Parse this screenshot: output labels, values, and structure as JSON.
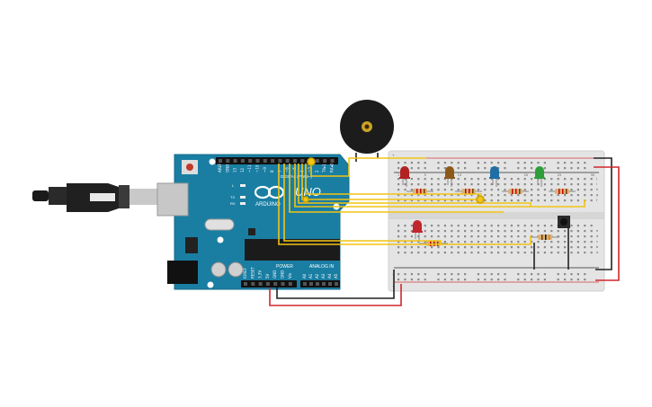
{
  "board": {
    "brand": "ARDUINO",
    "model": "UNO",
    "digital_header": "DIGITAL (PWM~)",
    "power_header": "POWER",
    "analog_header": "ANALOG IN",
    "led_labels": [
      "L",
      "TX",
      "RX"
    ],
    "digital_pins": [
      "AREF",
      "GND",
      "13",
      "12",
      "~11",
      "~10",
      "~9",
      "8",
      "7",
      "~6",
      "~5",
      "4",
      "~3",
      "2",
      "TX▸1",
      "RX◂0"
    ],
    "power_pins": [
      "IOREF",
      "RESET",
      "3.3V",
      "5V",
      "GND",
      "GND",
      "Vin"
    ],
    "analog_pins": [
      "A0",
      "A1",
      "A2",
      "A3",
      "A4",
      "A5"
    ]
  },
  "breadboard": {
    "column_numbers": [
      "1",
      "5",
      "10",
      "15",
      "20",
      "25",
      "30"
    ],
    "row_letters_top": [
      "j",
      "i",
      "h",
      "g",
      "f"
    ],
    "row_letters_bottom": [
      "e",
      "d",
      "c",
      "b",
      "a"
    ],
    "rail_plus": "+",
    "rail_minus": "-"
  },
  "components": {
    "leds": [
      {
        "name": "led-red",
        "color": "#b22222"
      },
      {
        "name": "led-yellow",
        "color": "#8b5a1a"
      },
      {
        "name": "led-blue",
        "color": "#1f6fa3"
      },
      {
        "name": "led-green",
        "color": "#2e9e3a"
      },
      {
        "name": "led-red-2",
        "color": "#c0262c"
      }
    ],
    "wire_colors": {
      "signal": "#f2c414",
      "power": "#d0262c",
      "ground": "#222222"
    }
  }
}
